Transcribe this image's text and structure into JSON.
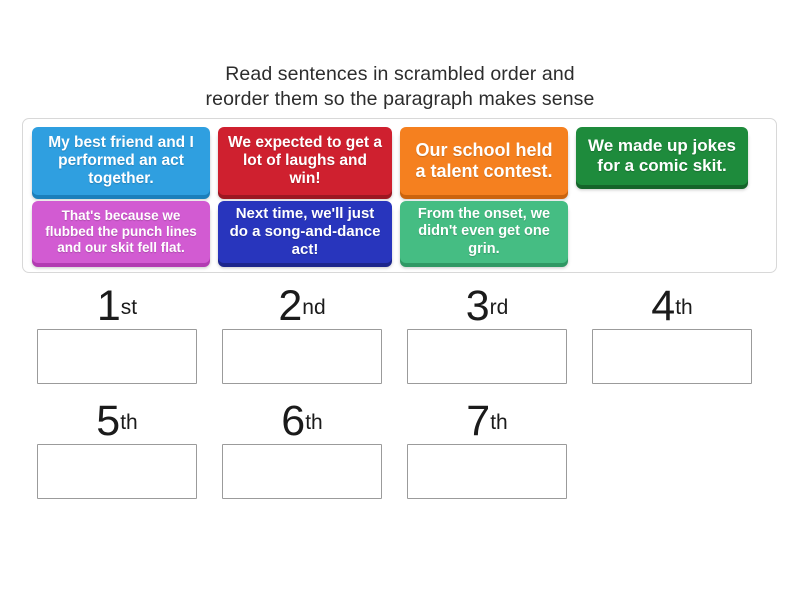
{
  "instruction": {
    "line1": "Read sentences in scrambled order and",
    "line2": "reorder them so the paragraph makes sense"
  },
  "pool": {
    "rows": [
      {
        "tiles": [
          {
            "text": "My best friend and I performed an act together.",
            "color": "#2f9fe0",
            "shadow": "#1b7fbb"
          },
          {
            "text": "We expected to get a lot of laughs and win!",
            "color": "#cf202f",
            "shadow": "#9c1722"
          },
          {
            "text": "Our school held a talent contest.",
            "color": "#f5801f",
            "shadow": "#cb640e"
          },
          {
            "text": "We made up jokes for a comic skit.",
            "color": "#1e8b3c",
            "shadow": "#15642a"
          }
        ]
      },
      {
        "tiles": [
          {
            "text": "That's because we flubbed the punch lines and our skit fell flat.",
            "color": "#d25bd2",
            "shadow": "#b23bb2"
          },
          {
            "text": "Next time, we'll just do a song-and-dance act!",
            "color": "#2835bd",
            "shadow": "#1c258c"
          },
          {
            "text": "From the onset, we didn't even get one grin.",
            "color": "#45bd83",
            "shadow": "#2f9864"
          }
        ]
      }
    ]
  },
  "slots": {
    "rows": [
      {
        "items": [
          {
            "number": "1",
            "suffix": "st",
            "value": ""
          },
          {
            "number": "2",
            "suffix": "nd",
            "value": ""
          },
          {
            "number": "3",
            "suffix": "rd",
            "value": ""
          },
          {
            "number": "4",
            "suffix": "th",
            "value": ""
          }
        ]
      },
      {
        "items": [
          {
            "number": "5",
            "suffix": "th",
            "value": ""
          },
          {
            "number": "6",
            "suffix": "th",
            "value": ""
          },
          {
            "number": "7",
            "suffix": "th",
            "value": ""
          }
        ]
      }
    ]
  }
}
